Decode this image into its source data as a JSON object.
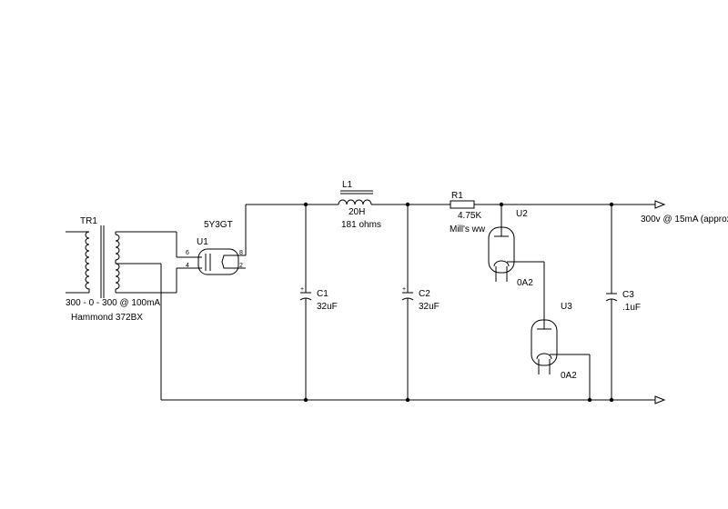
{
  "schematic": {
    "transformer": {
      "ref": "TR1",
      "rating": "300 - 0 - 300 @ 100mA",
      "model": "Hammond 372BX"
    },
    "rectifier": {
      "ref": "U1",
      "type": "5Y3GT",
      "pins": {
        "a": "6",
        "b": "4",
        "c": "8",
        "d": "2"
      }
    },
    "choke": {
      "ref": "L1",
      "value": "20H",
      "resistance": "181 ohms"
    },
    "cap1": {
      "ref": "C1",
      "value": "32uF"
    },
    "cap2": {
      "ref": "C2",
      "value": "32uF"
    },
    "cap3": {
      "ref": "C3",
      "value": ".1uF"
    },
    "resistor": {
      "ref": "R1",
      "value": "4.75K",
      "note": "Mill's ww"
    },
    "reg_upper": {
      "ref": "U2",
      "type": "0A2"
    },
    "reg_lower": {
      "ref": "U3",
      "type": "0A2"
    },
    "output": {
      "label": "300v @ 15mA (approx"
    }
  }
}
